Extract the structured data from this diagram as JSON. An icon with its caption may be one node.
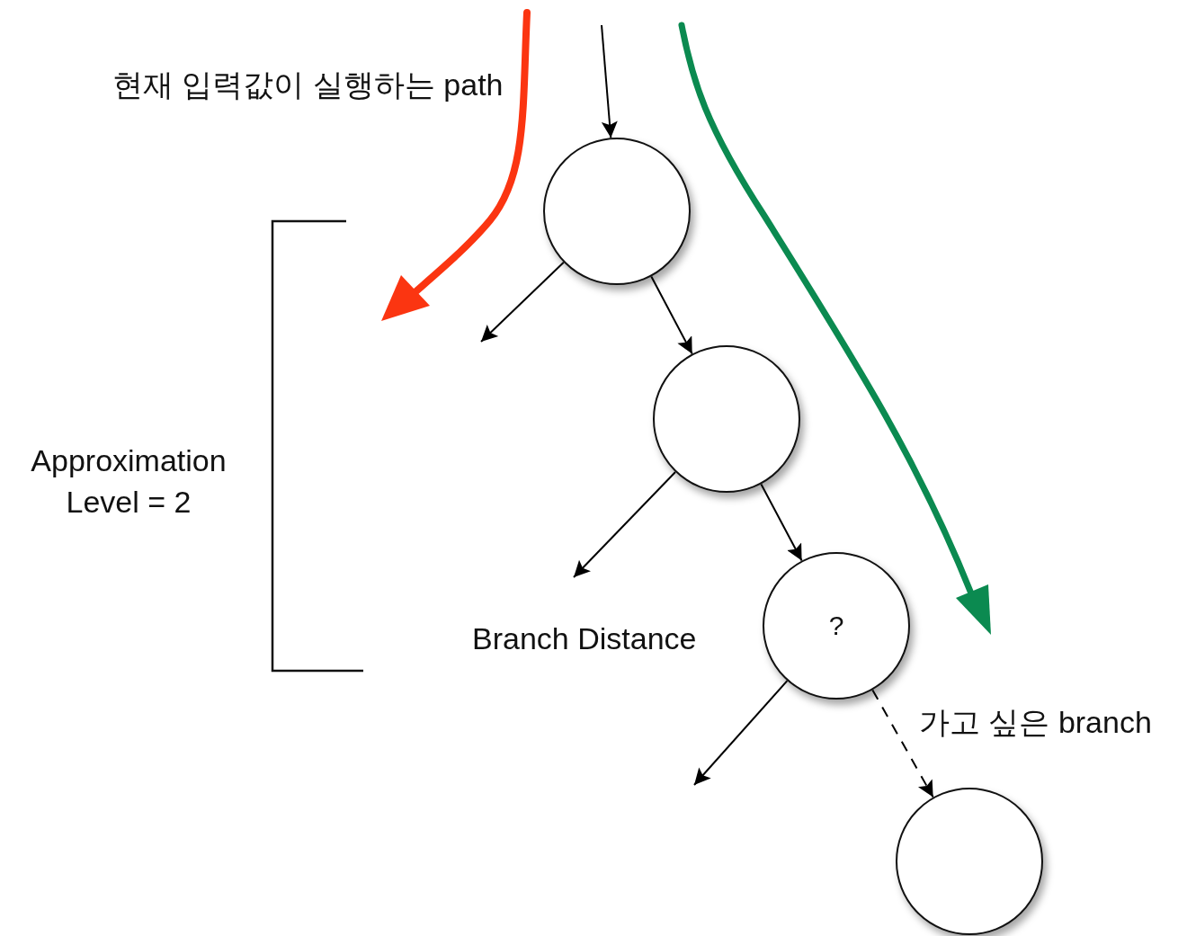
{
  "diagram": {
    "nodes": [
      {
        "text": [],
        "shape": "circle"
      },
      {
        "text": [],
        "shape": "circle"
      },
      {
        "text": [
          "?"
        ]
      },
      {
        "text": [],
        "shape": "circle"
      }
    ],
    "edges": [
      {
        "from": null,
        "to": 0,
        "arrow": "to"
      },
      {
        "from": 0,
        "to": null,
        "arrow": "to"
      },
      {
        "from": 0,
        "to": 1,
        "arrow": "to"
      },
      {
        "from": 1,
        "to": null,
        "arrow": "to"
      },
      {
        "from": 1,
        "to": 2,
        "arrow": "to"
      },
      {
        "from": 2,
        "to": null,
        "arrow": "to"
      },
      {
        "from": 2,
        "to": 3,
        "arrow": "to",
        "style": "dashed"
      }
    ],
    "labels": [
      "현재 입력값이 실행하는 path",
      "Approximation Level = 2",
      "Branch Distance",
      "가고 싶은 branch"
    ]
  }
}
